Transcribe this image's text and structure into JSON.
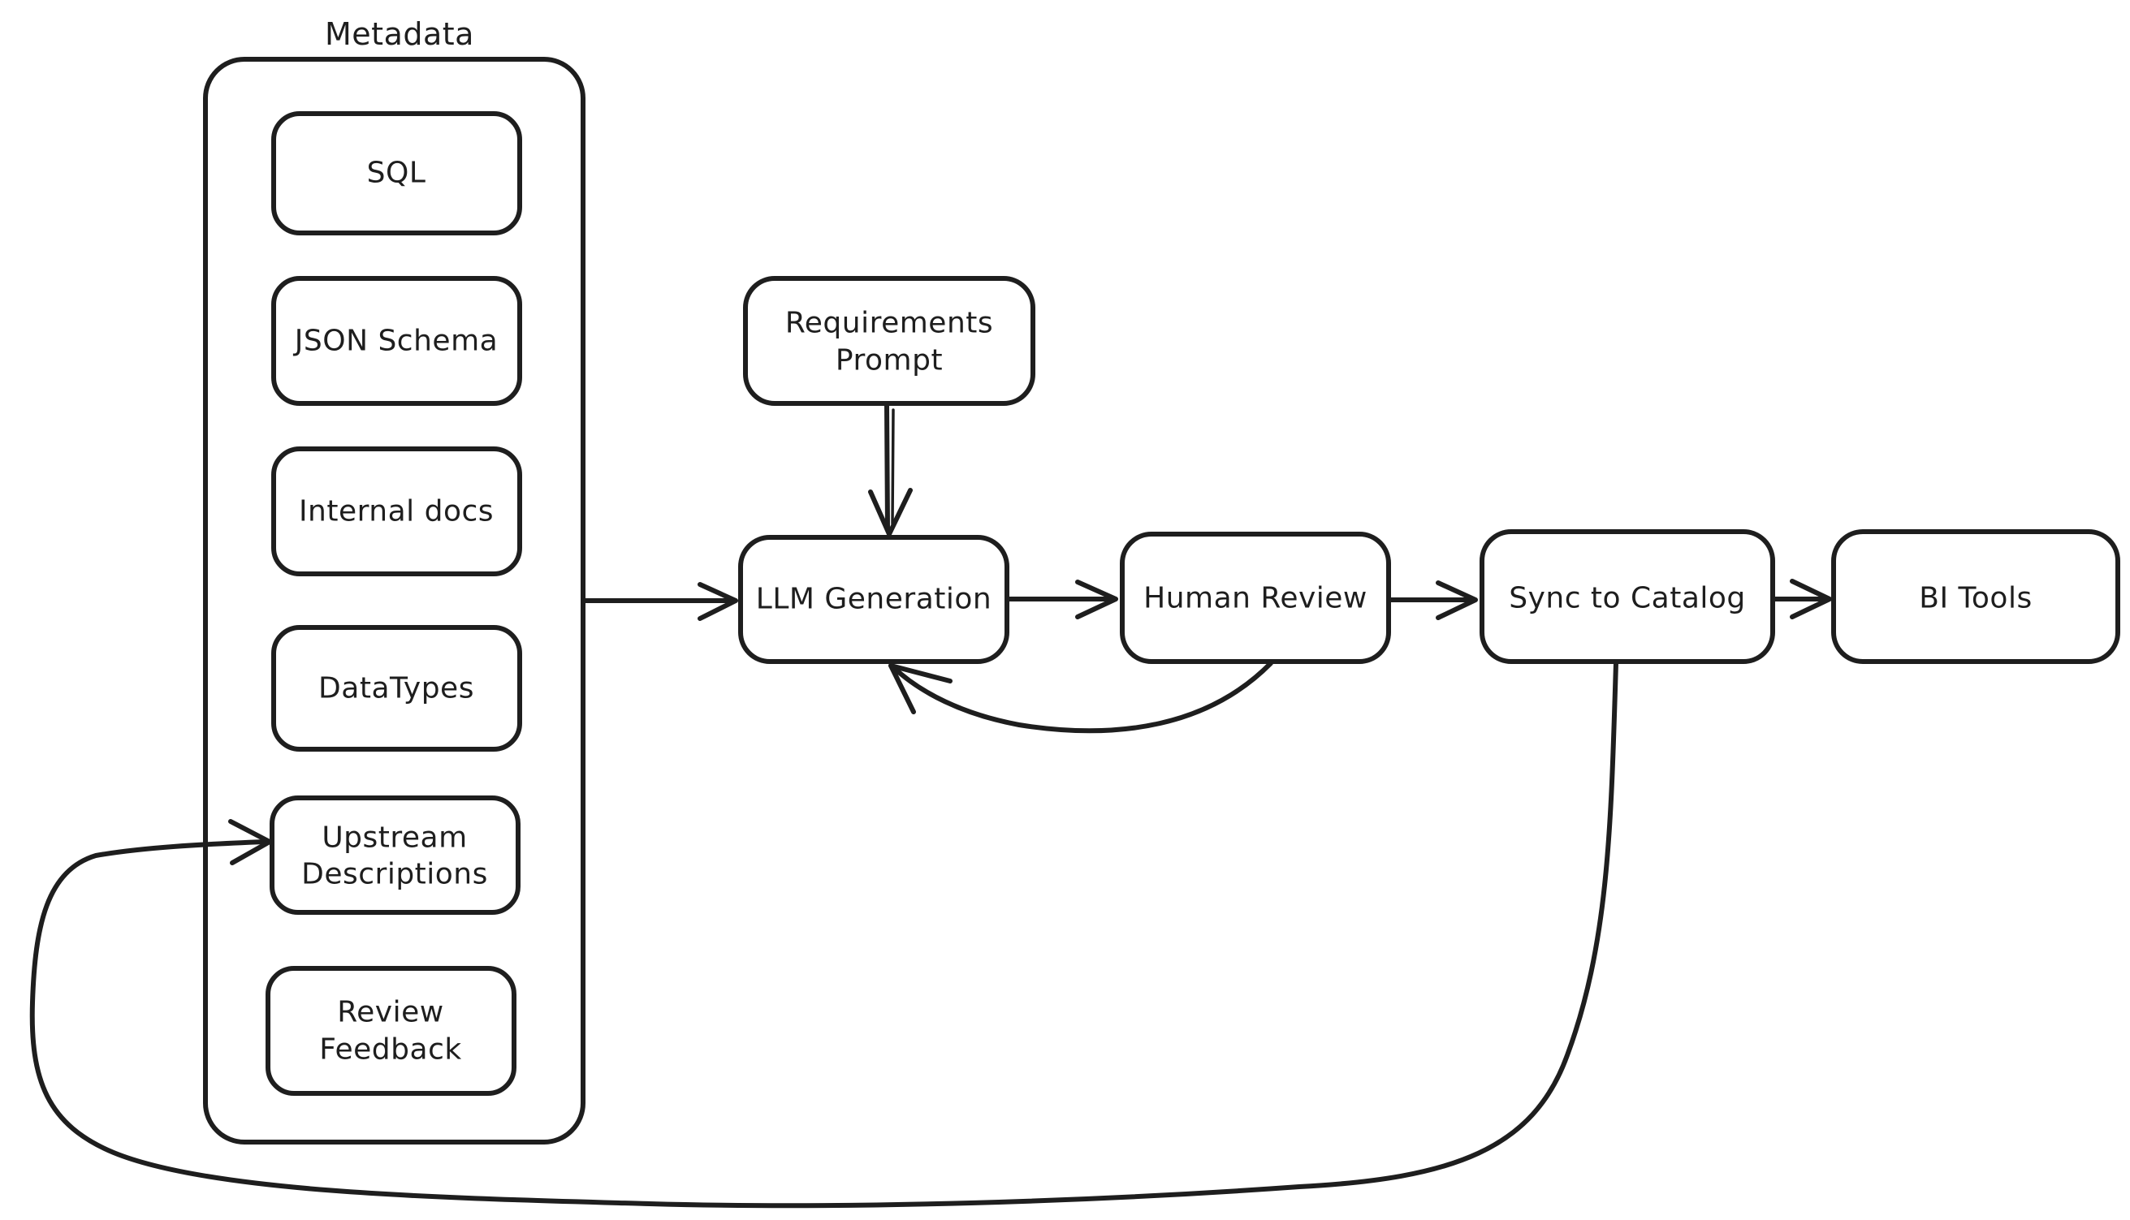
{
  "diagram": {
    "type": "flowchart",
    "style": "hand-drawn",
    "colors": {
      "stroke": "#1e1e1e",
      "background": "#ffffff"
    },
    "container": {
      "label": "Metadata"
    },
    "nodes": {
      "sql": {
        "label": "SQL"
      },
      "json_schema": {
        "label": "JSON Schema"
      },
      "internal_docs": {
        "label": "Internal docs"
      },
      "datatypes": {
        "label": "DataTypes"
      },
      "upstream": {
        "line1": "Upstream",
        "line2": "Descriptions"
      },
      "review_feedback": {
        "line1": "Review",
        "line2": "Feedback"
      },
      "requirements": {
        "line1": "Requirements",
        "line2": "Prompt"
      },
      "llm": {
        "label": "LLM Generation"
      },
      "human_review": {
        "label": "Human Review"
      },
      "sync": {
        "label": "Sync to Catalog"
      },
      "bi_tools": {
        "label": "BI Tools"
      }
    },
    "edges": [
      {
        "id": "metadata-to-llm",
        "from": "Metadata",
        "to": "LLM Generation",
        "shape": "straight-arrow"
      },
      {
        "id": "requirements-to-llm",
        "from": "Requirements Prompt",
        "to": "LLM Generation",
        "shape": "straight-arrow"
      },
      {
        "id": "llm-to-human-review",
        "from": "LLM Generation",
        "to": "Human Review",
        "shape": "straight-arrow"
      },
      {
        "id": "human-review-to-llm",
        "from": "Human Review",
        "to": "LLM Generation",
        "shape": "curved-feedback-arrow"
      },
      {
        "id": "human-review-to-sync",
        "from": "Human Review",
        "to": "Sync to Catalog",
        "shape": "straight-arrow"
      },
      {
        "id": "sync-to-bi-tools",
        "from": "Sync to Catalog",
        "to": "BI Tools",
        "shape": "straight-arrow"
      },
      {
        "id": "sync-to-upstream",
        "from": "Sync to Catalog",
        "to": "Upstream Descriptions",
        "shape": "long-curved-feedback-arrow"
      }
    ]
  }
}
